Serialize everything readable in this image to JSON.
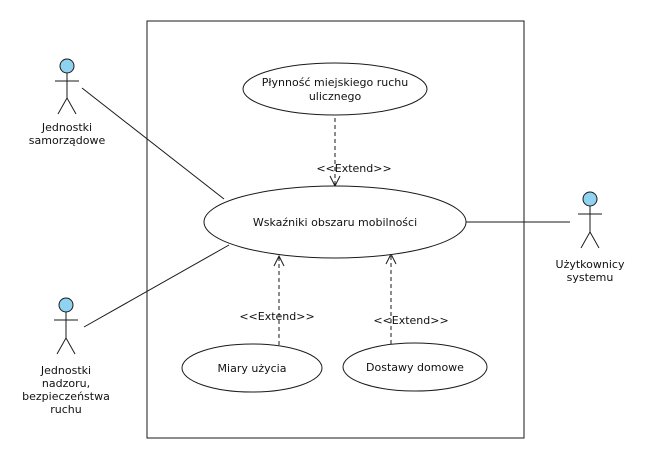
{
  "colors": {
    "stroke": "#1a1a1a",
    "actor_head": "#8fd3f0",
    "background": "#ffffff"
  },
  "use_cases": {
    "main": {
      "label": "Wskaźniki obszaru mobilności"
    },
    "flow": {
      "label_lines": [
        "Płynność miejskiego ruchu",
        "ulicznego"
      ]
    },
    "usage": {
      "label": "Miary użycia"
    },
    "delivery": {
      "label": "Dostawy domowe"
    }
  },
  "actors": {
    "local_government": {
      "label_lines": [
        "Jednostki",
        "samorządowe"
      ]
    },
    "traffic_safety": {
      "label_lines": [
        "Jednostki",
        "nadzoru,",
        "bezpieczeństwa",
        "ruchu"
      ]
    },
    "system_users": {
      "label_lines": [
        "Użytkownicy",
        "systemu"
      ]
    }
  },
  "relations": {
    "extend_label": "<<Extend>>"
  }
}
